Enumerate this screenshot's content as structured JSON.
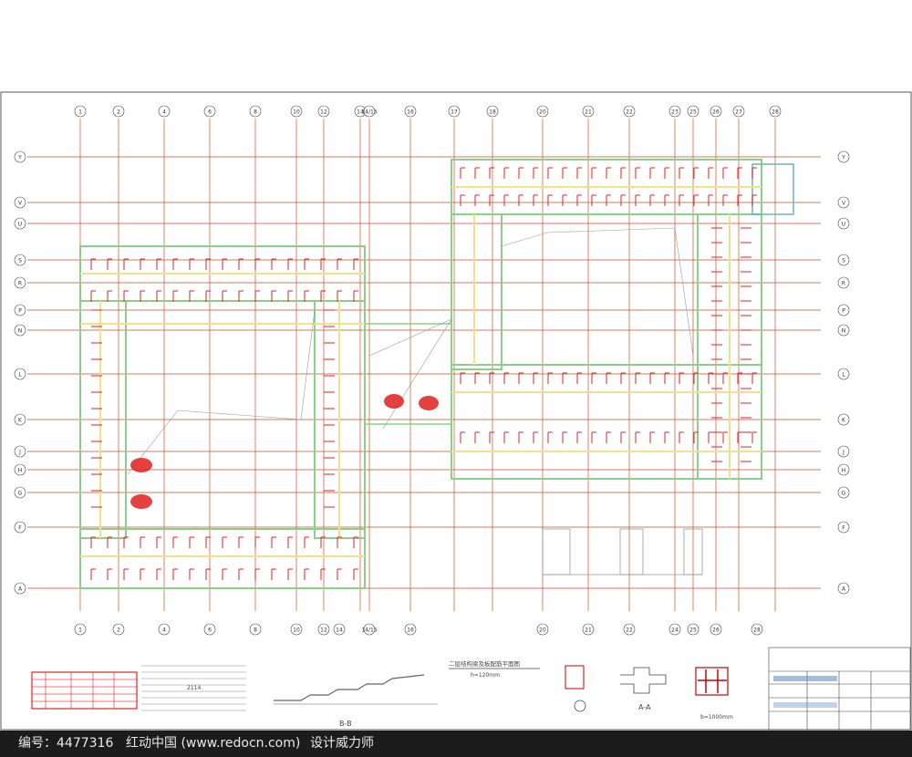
{
  "drawing": {
    "plan_title": "二层结构梁及板配筋平面图",
    "plan_subtitle": "h=120mm",
    "section_bb": "B-B",
    "section_aa": "A-A",
    "section_note": "b=1000mm",
    "misc_value": "2114.",
    "axis_top": [
      "1",
      "2",
      "4",
      "6",
      "8",
      "10",
      "12",
      "14",
      "14/15",
      "16",
      "17",
      "18",
      "20",
      "21",
      "22",
      "23",
      "25",
      "26",
      "27",
      "28"
    ],
    "axis_bottom": [
      "1",
      "2",
      "4",
      "6",
      "8",
      "10",
      "12",
      "14",
      "14/15",
      "16",
      "20",
      "21",
      "22",
      "24",
      "25",
      "26",
      "28"
    ],
    "axis_left": [
      "Y",
      "V",
      "U",
      "S",
      "R",
      "P",
      "N",
      "L",
      "K",
      "J",
      "H",
      "G",
      "F",
      "A"
    ],
    "axis_right": [
      "Y",
      "V",
      "U",
      "S",
      "R",
      "P",
      "N",
      "L",
      "K",
      "J",
      "H",
      "G",
      "F",
      "A"
    ]
  },
  "footer": {
    "id_label": "编号：4477316",
    "site_label": "红动中国 (www.redocn.com)",
    "designer_label": "设计威力师"
  },
  "colors": {
    "grid": "#c94f2a",
    "beam": "#f2e08a",
    "wall": "#8ad08a",
    "rebar": "#e02020",
    "dim": "#333333",
    "footer_bg": "#1c1c1c"
  }
}
